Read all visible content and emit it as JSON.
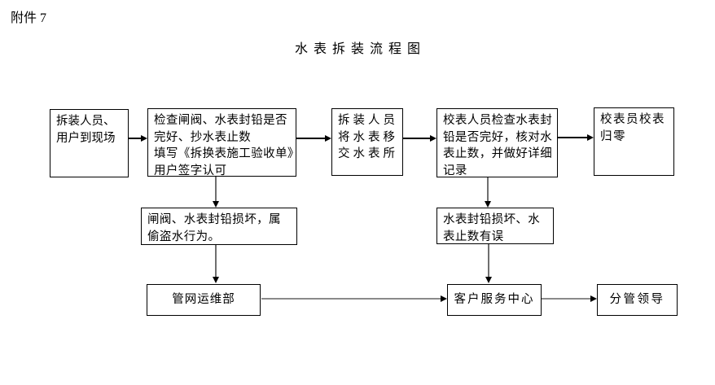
{
  "page": {
    "attachment_label": "附件 7",
    "title": "水表拆装流程图"
  },
  "flow": {
    "arrive": {
      "lines": [
        "拆装人员、",
        "用户到现场"
      ]
    },
    "check": {
      "lines": [
        "检查闸阀、水表封铅是否",
        "完好、抄水表止数",
        "填写《拆换表施工验收单》",
        "用户签字认可"
      ]
    },
    "transfer": {
      "lines": [
        "拆装人员",
        "将水表移",
        "交水表所"
      ]
    },
    "verify": {
      "lines": [
        "校表人员检查水表封",
        "铅是否完好，核对水",
        "表止数，并做好详细",
        "记录"
      ]
    },
    "reset": {
      "lines": [
        "校表员校表",
        "归零"
      ]
    },
    "damage_theft": {
      "lines": [
        "闸阀、水表封铅损坏，属",
        "偷盗水行为。"
      ]
    },
    "damage_error": {
      "lines": [
        "水表封铅损坏、水",
        "表止数有误"
      ]
    },
    "pipe_dept": {
      "label": "管网运维部"
    },
    "service_center": {
      "label": "客户服务中心"
    },
    "leader": {
      "label": "分管领导"
    }
  },
  "colors": {
    "border": "#000000",
    "arrow_black": "#000000",
    "arrow_gray": "#8a8a8a",
    "background": "#ffffff"
  }
}
